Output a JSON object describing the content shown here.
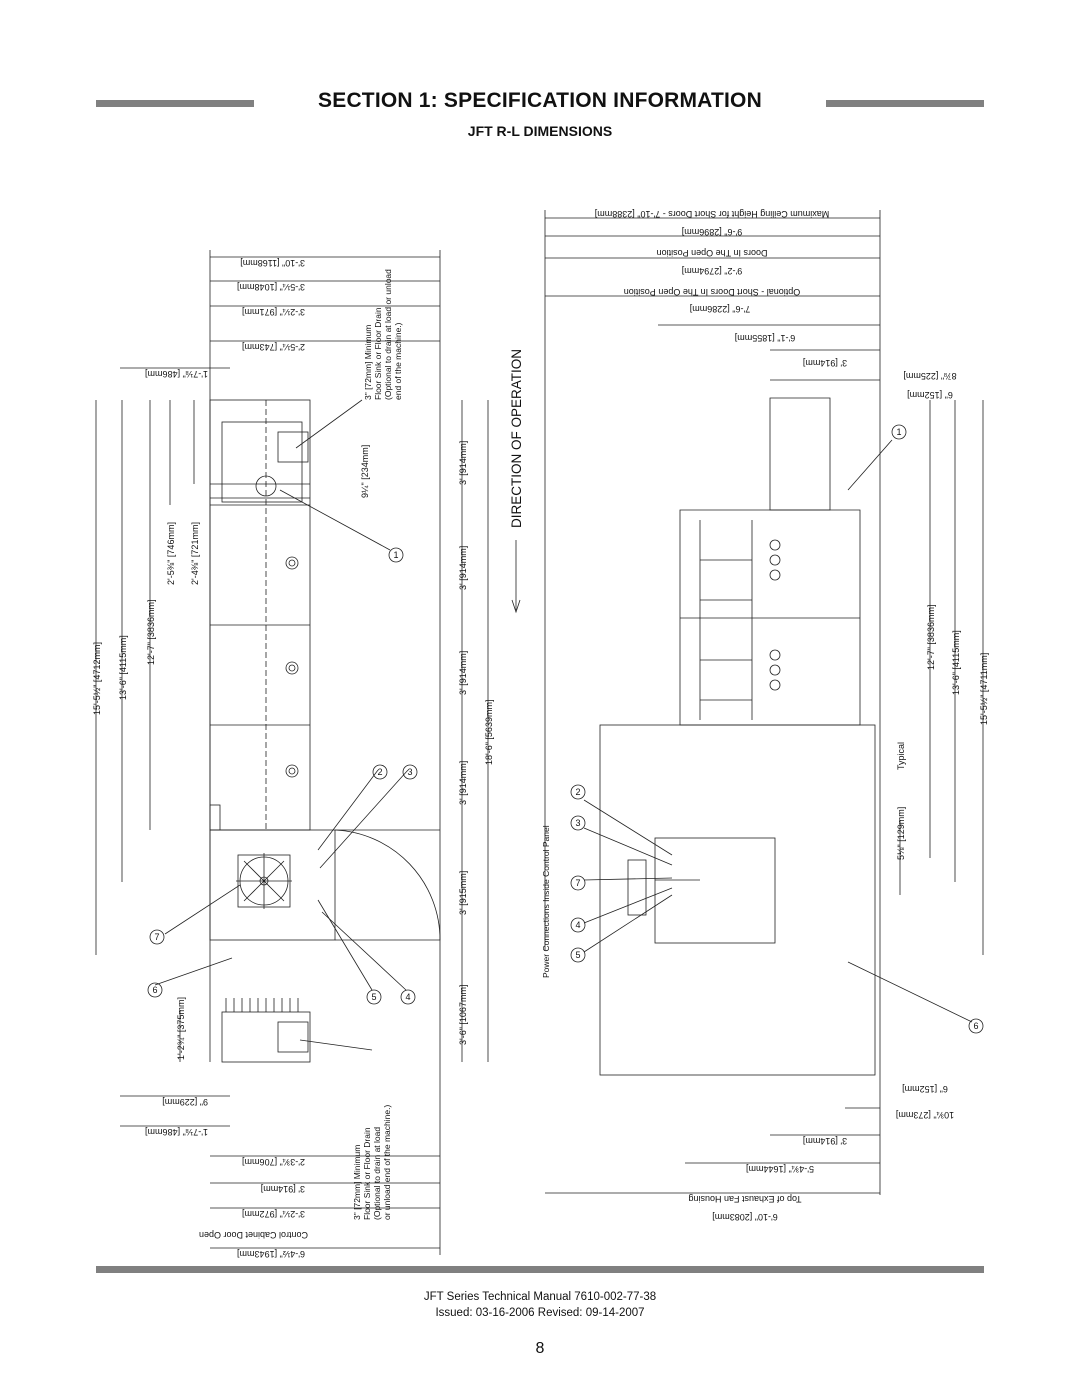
{
  "header": {
    "section_title": "SECTION 1: SPECIFICATION INFORMATION",
    "subtitle": "JFT R-L DIMENSIONS"
  },
  "drawing": {
    "left_top_dims": [
      "3'-10\" [1168mm]",
      "3'-5¼\" [1048mm]",
      "3'-2¼\" [971mm]",
      "2'-5¼\" [743mm]",
      "1'-7⅛\" [486mm]"
    ],
    "left_drain_note": [
      "3\" [72mm] Minimum",
      "Floor Sink or Floor Drain",
      "(Optional to drain at load or unload",
      "end of the machine.)"
    ],
    "left_vertical_dims": [
      "15'-5½\" [4712mm]",
      "13'-6\" [4115mm]",
      "12'-7\" [3836mm]",
      "2'-5⅜\" [746mm]",
      "2'-4⅜\" [721mm]",
      "1'-2¾\" [375mm]"
    ],
    "center_vertical_dims": [
      "9¼\" [234mm]",
      "3' [914mm]",
      "3' [914mm]",
      "3' [914mm]",
      "3' [914mm]",
      "3' [915mm]",
      "3'-6\" [1067mm]",
      "18'-6\" [5639mm]"
    ],
    "left_bottom_dims": [
      "9\" [229mm]",
      "1'-7⅛\" [486mm]",
      "2'-3¾\" [706mm]",
      "3' [914mm]",
      "3'-2¼\" [972mm]",
      "6'-4½\" [1943mm]"
    ],
    "left_bottom_note": [
      "3\" [72mm] Minimum",
      "Floor Sink or Floor Drain",
      "(Optional to drain at load",
      "or unload end of the machine.)"
    ],
    "control_door_label": "Control Cabinet Door Open",
    "direction_label": "DIRECTION OF OPERATION",
    "right_top_dims": [
      "Maximum Ceiling Height for Short Doors - 7'-10\" [2388mm]",
      "9'-6\" [2896mm]",
      "Doors In The Open Position",
      "9'-2\" [2794mm]",
      "Optional - Short Doors In The Open Position",
      "7'-6\" [2286mm]",
      "6'-1\" [1855mm]",
      "3' [914mm]",
      "8⅞\" [225mm]",
      "6\" [152mm]"
    ],
    "right_vertical_dims": [
      "12'-7\" [3836mm]",
      "13'-6\" [4115mm]",
      "15'-5½\" [4711mm]",
      "5⅛\" [129mm]",
      "Typical"
    ],
    "power_label": "Power Connections Inside Control Panel",
    "right_bottom_dims": [
      "6\" [152mm]",
      "10¾\" [273mm]",
      "3' [914mm]",
      "5'-4¾\" [1644mm]",
      "Top of Exhaust Fan Housing",
      "6'-10\" [2083mm]"
    ],
    "callouts": [
      "1",
      "2",
      "3",
      "4",
      "5",
      "6",
      "7"
    ]
  },
  "footer": {
    "manual": "JFT Series Technical Manual 7610-002-77-38",
    "issued": "Issued: 03-16-2006  Revised: 09-14-2007",
    "page_number": "8"
  }
}
